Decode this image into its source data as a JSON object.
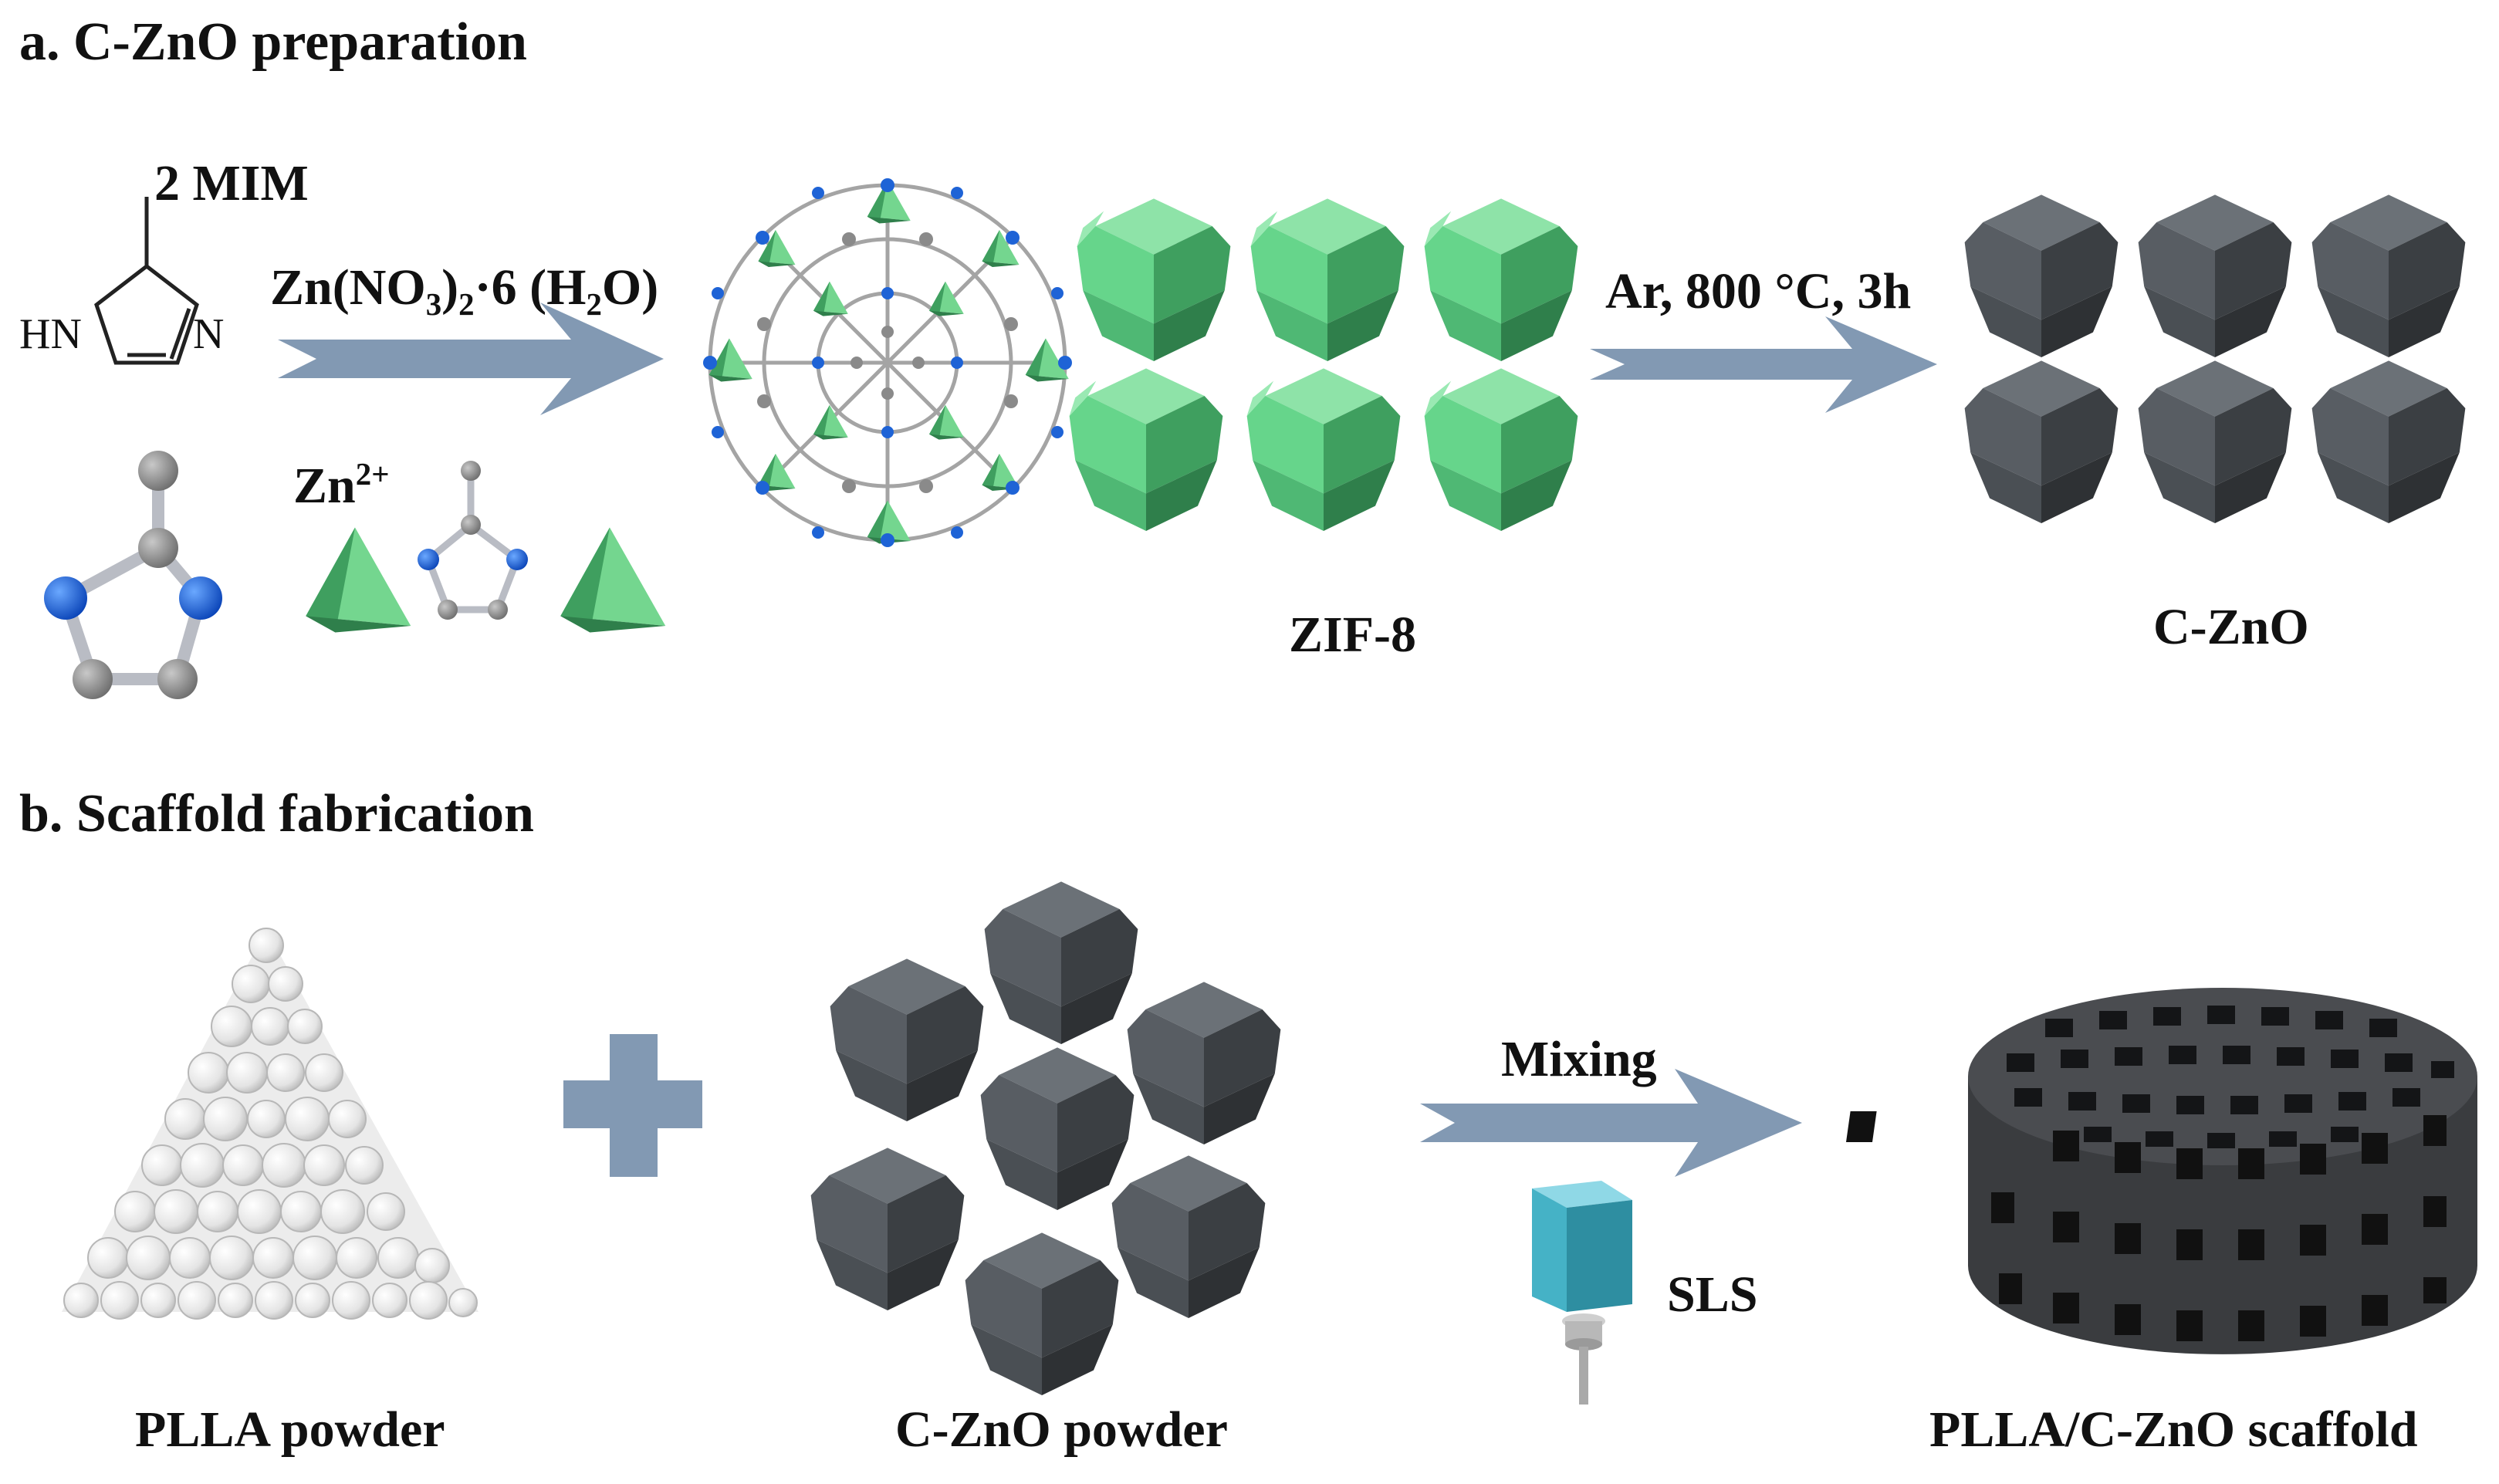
{
  "section_a": {
    "title": "a. C-ZnO preparation",
    "ligand_label": "2 MIM",
    "mim_nh": "HN",
    "mim_n": "N",
    "reagent": {
      "pre": "Zn(NO",
      "sub1": "3",
      "mid": ")",
      "sub2": "2",
      "post": "·6 (H",
      "sub3": "2",
      "end": "O)"
    },
    "zinc_ion": {
      "base": "Zn",
      "sup": "2+"
    },
    "zif_label": "ZIF-8",
    "condition": "Ar, 800 °C, 3h",
    "product_label": "C-ZnO"
  },
  "section_b": {
    "title": "b. Scaffold fabrication",
    "pla_label": "PLLA powder",
    "czno_label": "C-ZnO powder",
    "mixing_label": "Mixing",
    "sls_label": "SLS",
    "scaffold_label": "PLLA/C-ZnO scaffold"
  },
  "colors": {
    "arrow": "#8299b3",
    "zif_green": "#5fcf84",
    "czno_gray": "#4c5156",
    "nitrogen_blue": "#1e63d6",
    "carbon_gray": "#8a8a8a",
    "sls_cyan": "#45b2c6"
  }
}
